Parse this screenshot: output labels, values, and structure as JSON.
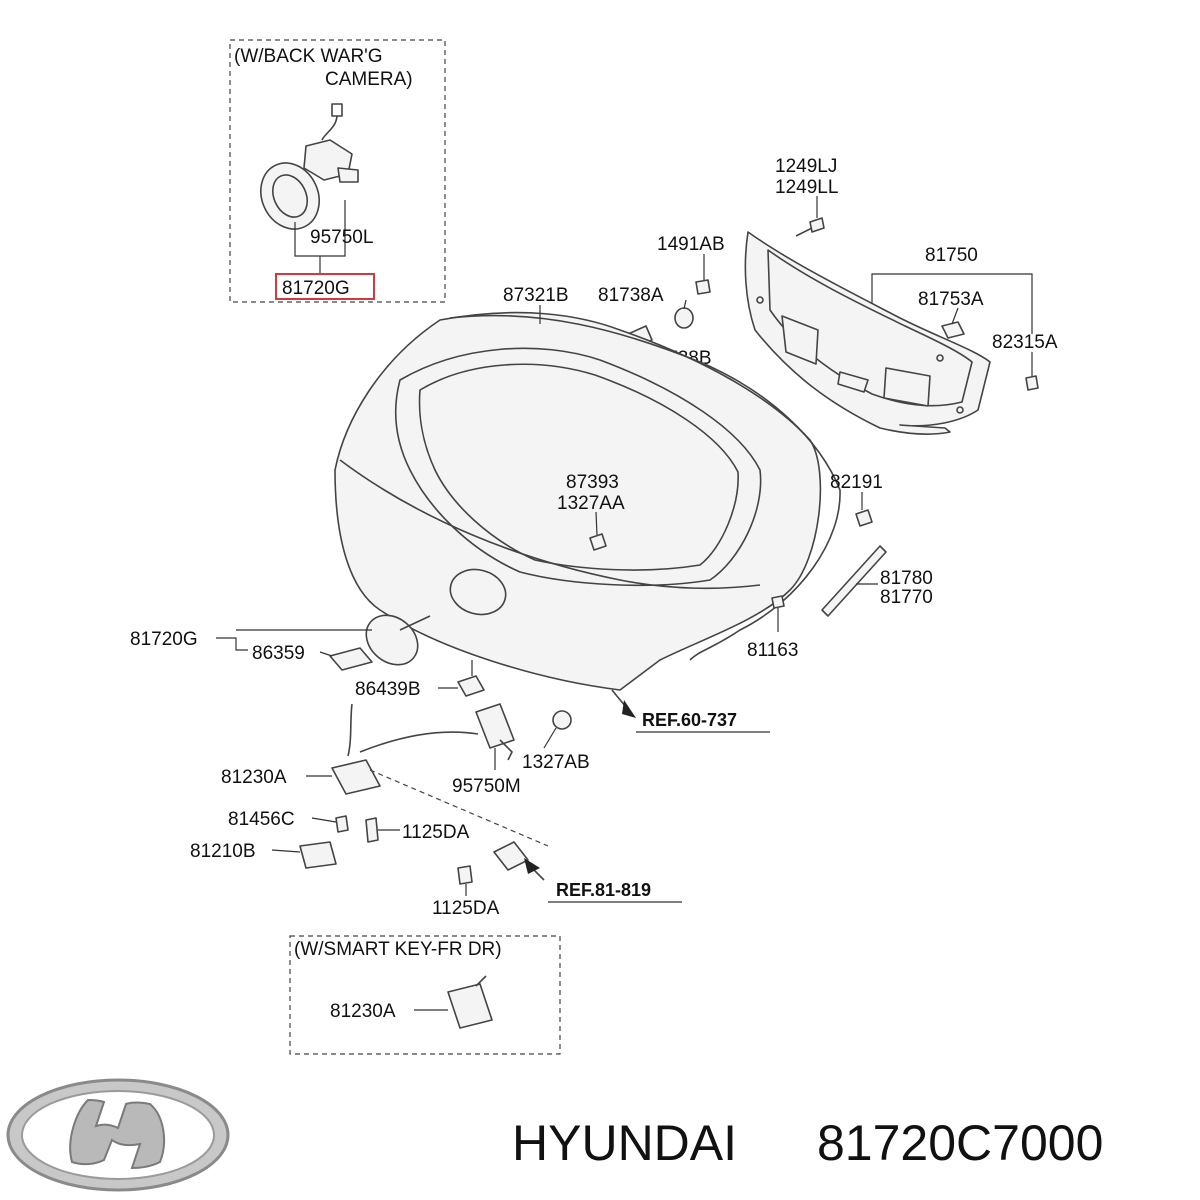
{
  "inset_camera": {
    "title_line1": "(W/BACK WAR'G",
    "title_line2": "CAMERA)"
  },
  "inset_smart_key": {
    "title": "(W/SMART KEY-FR DR)"
  },
  "labels": {
    "p95750L": "95750L",
    "p81720G_top": "81720G",
    "p1249LJ": "1249LJ",
    "p1249LL": "1249LL",
    "p1491AB": "1491AB",
    "p81750": "81750",
    "p87321B": "87321B",
    "p81738A": "81738A",
    "p81753A": "81753A",
    "p82315A": "82315A",
    "p81738B": "81738B",
    "p87393": "87393",
    "p1327AA": "1327AA",
    "p82191": "82191",
    "p81780": "81780",
    "p81770": "81770",
    "p81720G": "81720G",
    "p86359": "86359",
    "p81163": "81163",
    "p86439B": "86439B",
    "ref60737": "REF.60-737",
    "p1327AB": "1327AB",
    "p81230A": "81230A",
    "p95750M": "95750M",
    "p81456C": "81456C",
    "p1125DA_a": "1125DA",
    "p81210B": "81210B",
    "ref81819": "REF.81-819",
    "p1125DA_b": "1125DA",
    "p81230A_inset": "81230A"
  },
  "brand": {
    "name": "HYUNDAI",
    "part_number": "81720C7000"
  },
  "colors": {
    "highlight": "#d9363e",
    "line": "#444444"
  }
}
